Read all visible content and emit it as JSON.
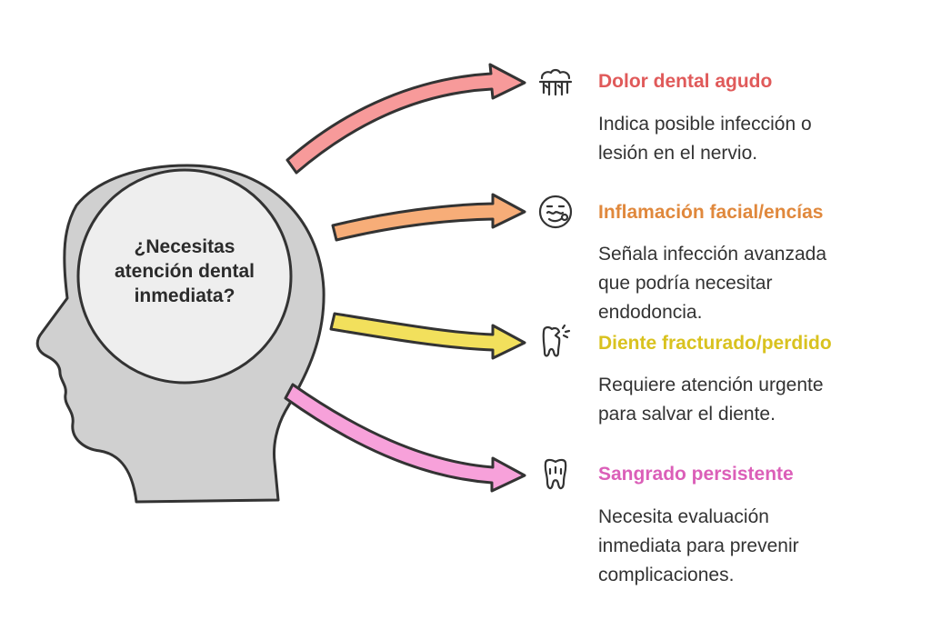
{
  "center": {
    "line1": "¿Necesitas",
    "line2": "atención dental",
    "line3": "inmediata?"
  },
  "items": [
    {
      "title": "Dolor dental agudo",
      "desc_lines": [
        "Indica posible infección o",
        "lesión en el nervio."
      ],
      "color": "#e05a5a",
      "arrow_color": "#f79a9a",
      "icon": "teeth-pain-icon"
    },
    {
      "title": "Inflamación facial/encías",
      "desc_lines": [
        "Señala infección avanzada",
        "que podría necesitar",
        "endodoncia."
      ],
      "color": "#e0883c",
      "arrow_color": "#f7ad78",
      "icon": "swollen-face-icon"
    },
    {
      "title": "Diente fracturado/perdido",
      "desc_lines": [
        "Requiere atención urgente",
        "para salvar el diente."
      ],
      "color": "#d9c21f",
      "arrow_color": "#f2e05c",
      "icon": "broken-tooth-icon"
    },
    {
      "title": "Sangrado persistente",
      "desc_lines": [
        "Necesita evaluación",
        "inmediata para prevenir",
        "complicaciones."
      ],
      "color": "#db5fb8",
      "arrow_color": "#f7a1da",
      "icon": "bleeding-tooth-icon"
    }
  ]
}
